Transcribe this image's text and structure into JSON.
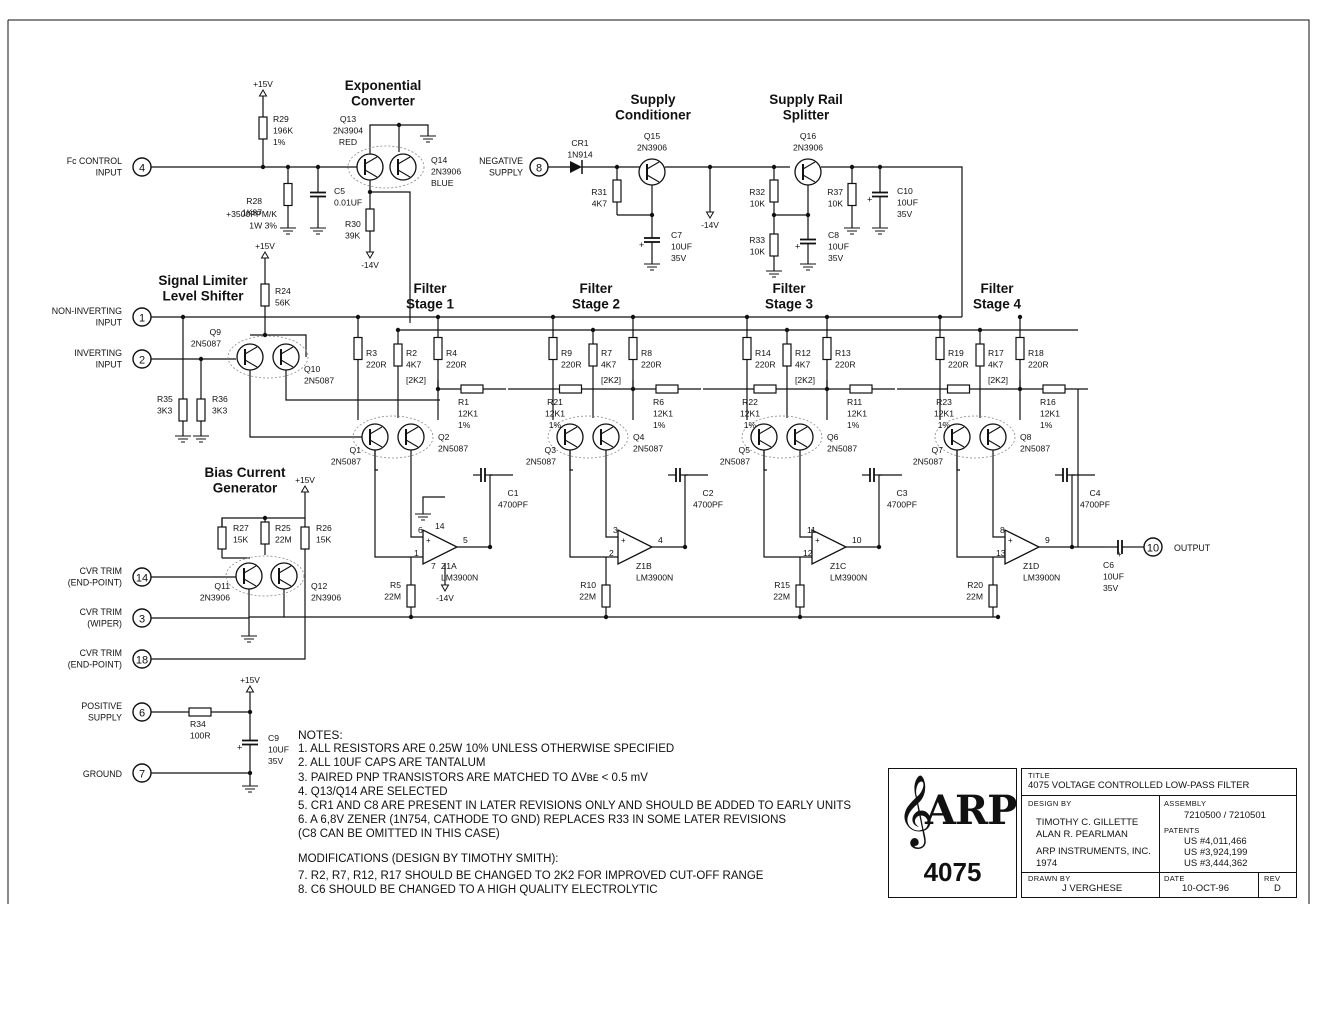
{
  "sections": {
    "exponential_converter": [
      "Exponential",
      "Converter"
    ],
    "supply_conditioner": [
      "Supply",
      "Conditioner"
    ],
    "supply_rail_splitter": [
      "Supply Rail",
      "Splitter"
    ],
    "signal_limiter": [
      "Signal Limiter",
      "Level Shifter"
    ],
    "bias_current_generator": [
      "Bias Current",
      "Generator"
    ],
    "filter_stage_1": [
      "Filter",
      "Stage 1"
    ],
    "filter_stage_2": [
      "Filter",
      "Stage 2"
    ],
    "filter_stage_3": [
      "Filter",
      "Stage 3"
    ],
    "filter_stage_4": [
      "Filter",
      "Stage 4"
    ]
  },
  "pins": [
    {
      "num": "4",
      "label": [
        "Fc CONTROL",
        "INPUT"
      ]
    },
    {
      "num": "1",
      "label": [
        "NON-INVERTING",
        "INPUT"
      ]
    },
    {
      "num": "2",
      "label": [
        "INVERTING",
        "INPUT"
      ]
    },
    {
      "num": "14",
      "label": [
        "CVR TRIM",
        "(END-POINT)"
      ]
    },
    {
      "num": "3",
      "label": [
        "CVR TRIM",
        "(WIPER)"
      ]
    },
    {
      "num": "18",
      "label": [
        "CVR TRIM",
        "(END-POINT)"
      ]
    },
    {
      "num": "6",
      "label": [
        "POSITIVE",
        "SUPPLY"
      ]
    },
    {
      "num": "7",
      "label": [
        "GROUND"
      ]
    },
    {
      "num": "8",
      "label": [
        "NEGATIVE",
        "SUPPLY"
      ]
    },
    {
      "num": "10",
      "label": [
        "OUTPUT"
      ]
    }
  ],
  "rails": {
    "pos": "+15V",
    "neg": "-14V"
  },
  "components": {
    "R29": [
      "R29",
      "196K",
      "1%"
    ],
    "R28": [
      "R28",
      "1K87",
      "+3500PPM/K",
      "1W  3%"
    ],
    "C5": [
      "C5",
      "0.01UF"
    ],
    "Q13": [
      "Q13",
      "2N3904",
      "RED"
    ],
    "Q14": [
      "Q14",
      "2N3906",
      "BLUE"
    ],
    "R30": [
      "R30",
      "39K"
    ],
    "CR1": [
      "CR1",
      "1N914"
    ],
    "Q15": [
      "Q15",
      "2N3906"
    ],
    "R31": [
      "R31",
      "4K7"
    ],
    "C7": [
      "C7",
      "10UF",
      "35V"
    ],
    "Q16": [
      "Q16",
      "2N3906"
    ],
    "R32": [
      "R32",
      "10K"
    ],
    "R33": [
      "R33",
      "10K"
    ],
    "C8": [
      "C8",
      "10UF",
      "35V"
    ],
    "R37": [
      "R37",
      "10K"
    ],
    "C10": [
      "C10",
      "10UF",
      "35V"
    ],
    "R24": [
      "R24",
      "56K"
    ],
    "Q9": [
      "Q9",
      "2N5087"
    ],
    "Q10": [
      "Q10",
      "2N5087"
    ],
    "R35": [
      "R35",
      "3K3"
    ],
    "R36": [
      "R36",
      "3K3"
    ],
    "R27": [
      "R27",
      "15K"
    ],
    "R25": [
      "R25",
      "22M"
    ],
    "R26": [
      "R26",
      "15K"
    ],
    "Q11": [
      "Q11",
      "2N3906"
    ],
    "Q12": [
      "Q12",
      "2N3906"
    ],
    "R34": [
      "R34",
      "100R"
    ],
    "C9": [
      "C9",
      "10UF",
      "35V"
    ],
    "C6": [
      "C6",
      "10UF",
      "35V"
    ]
  },
  "stages": [
    {
      "rA": [
        "R3",
        "220R"
      ],
      "rB": [
        "R2",
        "4K7",
        "[2K2]"
      ],
      "rC": [
        "R4",
        "220R"
      ],
      "rS": [
        "R1",
        "12K1",
        "1%"
      ],
      "rI": [
        "R21",
        "12K1",
        "1%"
      ],
      "qL": [
        "Q1",
        "2N5087"
      ],
      "qR": [
        "Q2",
        "2N5087"
      ],
      "cap": [
        "C1",
        "4700PF"
      ],
      "amp": [
        "Z1A",
        "LM3900N"
      ],
      "rE": [
        "R5",
        "22M"
      ],
      "pins": [
        "6",
        "1",
        "5",
        "14",
        "7"
      ]
    },
    {
      "rA": [
        "R9",
        "220R"
      ],
      "rB": [
        "R7",
        "4K7",
        "[2K2]"
      ],
      "rC": [
        "R8",
        "220R"
      ],
      "rS": [
        "R6",
        "12K1",
        "1%"
      ],
      "rI": [
        "R22",
        "12K1",
        "1%"
      ],
      "qL": [
        "Q3",
        "2N5087"
      ],
      "qR": [
        "Q4",
        "2N5087"
      ],
      "cap": [
        "C2",
        "4700PF"
      ],
      "amp": [
        "Z1B",
        "LM3900N"
      ],
      "rE": [
        "R10",
        "22M"
      ],
      "pins": [
        "3",
        "2",
        "4",
        "",
        ""
      ]
    },
    {
      "rA": [
        "R14",
        "220R"
      ],
      "rB": [
        "R12",
        "4K7",
        "[2K2]"
      ],
      "rC": [
        "R13",
        "220R"
      ],
      "rS": [
        "R11",
        "12K1",
        "1%"
      ],
      "rI": [
        "R23",
        "12K1",
        "1%"
      ],
      "qL": [
        "Q5",
        "2N5087"
      ],
      "qR": [
        "Q6",
        "2N5087"
      ],
      "cap": [
        "C3",
        "4700PF"
      ],
      "amp": [
        "Z1C",
        "LM3900N"
      ],
      "rE": [
        "R15",
        "22M"
      ],
      "pins": [
        "11",
        "12",
        "10",
        "",
        ""
      ]
    },
    {
      "rA": [
        "R19",
        "220R"
      ],
      "rB": [
        "R17",
        "4K7",
        "[2K2]"
      ],
      "rC": [
        "R18",
        "220R"
      ],
      "rS": [
        "R16",
        "12K1",
        "1%"
      ],
      "rI": [
        "",
        "",
        ""
      ],
      "qL": [
        "Q7",
        "2N5087"
      ],
      "qR": [
        "Q8",
        "2N5087"
      ],
      "cap": [
        "C4",
        "4700PF"
      ],
      "amp": [
        "Z1D",
        "LM3900N"
      ],
      "rE": [
        "R20",
        "22M"
      ],
      "pins": [
        "8",
        "13",
        "9",
        "",
        ""
      ]
    }
  ],
  "notes": {
    "heading": "NOTES:",
    "items": [
      "1. ALL RESISTORS ARE 0.25W 10% UNLESS OTHERWISE SPECIFIED",
      "2. ALL 10UF CAPS ARE TANTALUM",
      "3. PAIRED PNP TRANSISTORS ARE MATCHED TO  ΔVʙᴇ < 0.5 mV",
      "4. Q13/Q14 ARE SELECTED",
      "5. CR1 AND C8 ARE PRESENT IN LATER REVISIONS ONLY AND SHOULD BE ADDED TO EARLY UNITS",
      "6. A 6,8V ZENER (1N754, CATHODE TO GND) REPLACES R33 IN SOME LATER REVISIONS",
      "    (C8 CAN BE OMITTED IN THIS CASE)"
    ],
    "mods_heading": "MODIFICATIONS (DESIGN BY TIMOTHY SMITH):",
    "mods": [
      "7. R2, R7, R12, R17 SHOULD BE CHANGED TO 2K2 FOR IMPROVED CUT-OFF RANGE",
      "8. C6 SHOULD BE CHANGED TO A HIGH QUALITY ELECTROLYTIC"
    ]
  },
  "logo": {
    "brand": "ARP",
    "model": "4075"
  },
  "title_block": {
    "title_label": "TITLE",
    "title": "4075  VOLTAGE CONTROLLED LOW-PASS FILTER",
    "design_label": "DESIGN BY",
    "designers": [
      "TIMOTHY C. GILLETTE",
      "ALAN R. PEARLMAN",
      "ARP INSTRUMENTS, INC.",
      "1974"
    ],
    "assembly_label": "ASSEMBLY",
    "assembly": "7210500 / 7210501",
    "patents_label": "PATENTS",
    "patents": [
      "US #4,011,466",
      "US #3,924,199",
      "US #3,444,362"
    ],
    "drawn_label": "DRAWN BY",
    "drawn": "J VERGHESE",
    "date_label": "DATE",
    "date": "10-OCT-96",
    "rev_label": "REV",
    "rev": "D"
  }
}
